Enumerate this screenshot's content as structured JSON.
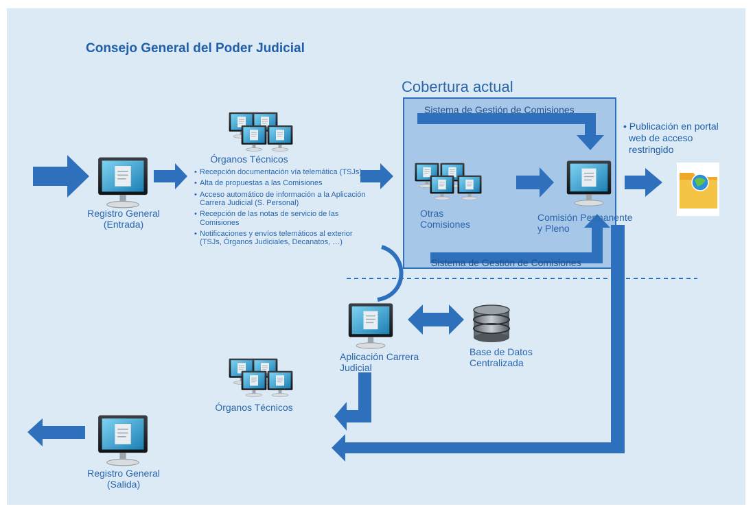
{
  "title": "Consejo General del Poder Judicial",
  "cobertura": "Cobertura actual",
  "sgc_top": "Sistema de Gestión de Comisiones",
  "sgc_bottom": "Sistema de Gestión de Comisiones",
  "organos_top": "Órganos Técnicos",
  "organos_bottom": "Órganos Técnicos",
  "registro_entrada": [
    "Registro General",
    "(Entrada)"
  ],
  "registro_salida": [
    "Registro General",
    "(Salida)"
  ],
  "otras_comisiones": [
    "Otras",
    "Comisiones"
  ],
  "comision_permanente": [
    "Comisión Permanente",
    "y Pleno"
  ],
  "aplicacion": [
    "Aplicación Carrera",
    "Judicial"
  ],
  "base_datos": [
    "Base de Datos",
    "Centralizada"
  ],
  "publicacion": [
    "Publicación en portal",
    "web de acceso",
    "restringido"
  ],
  "bullets": [
    "Recepción documentación vía telemática (TSJs)",
    "Alta de propuestas a las Comisiones",
    "Acceso automático de información a la Aplicación Carrera Judicial (S. Personal)",
    "Recepción de las notas de servicio de las Comisiones",
    "Notificaciones y envíos telemáticos al exterior (TSJs, Órganos Judiciales, Decanatos, …)"
  ],
  "colors": {
    "arrow": "#2f70bd",
    "panel": "#dceaf6",
    "box": "#a7c7e8",
    "text": "#2a66ad"
  },
  "icons": [
    "monitor-icon",
    "monitor-group-icon",
    "database-icon",
    "web-folder-icon"
  ]
}
